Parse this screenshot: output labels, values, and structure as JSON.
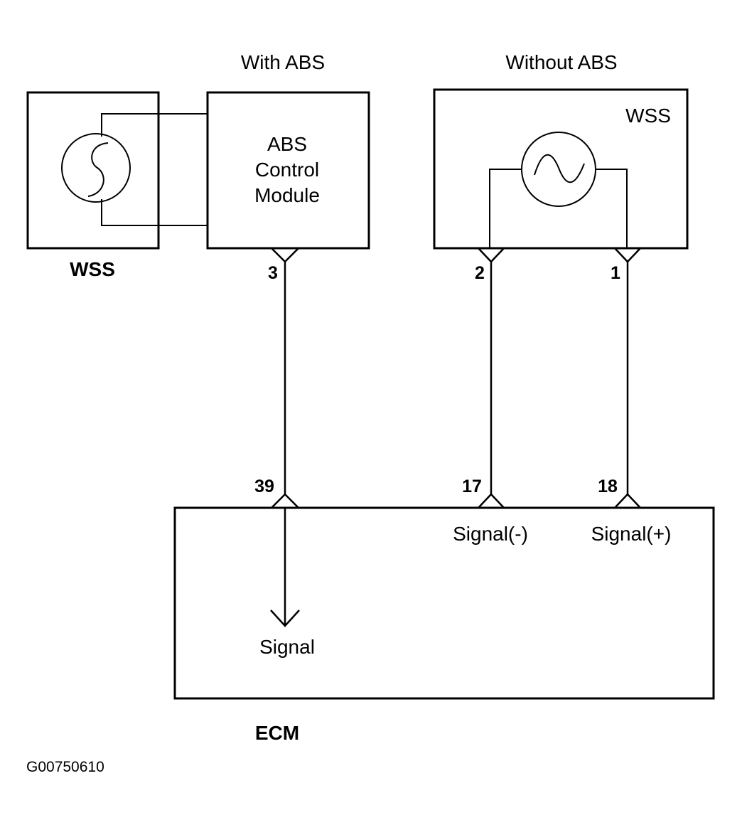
{
  "headings": {
    "with_abs": "With ABS",
    "without_abs": "Without ABS"
  },
  "components": {
    "wss_with_abs": "WSS",
    "abs_module_line1": "ABS",
    "abs_module_line2": "Control",
    "abs_module_line3": "Module",
    "wss_without_abs": "WSS",
    "ecm": "ECM"
  },
  "pins": {
    "abs_module_pin": "3",
    "wss_pin_a": "2",
    "wss_pin_b": "1",
    "ecm_pin_signal": "39",
    "ecm_pin_minus": "17",
    "ecm_pin_plus": "18"
  },
  "signals": {
    "signal": "Signal",
    "signal_minus": "Signal(-)",
    "signal_plus": "Signal(+)"
  },
  "figure_code": "G00750610"
}
